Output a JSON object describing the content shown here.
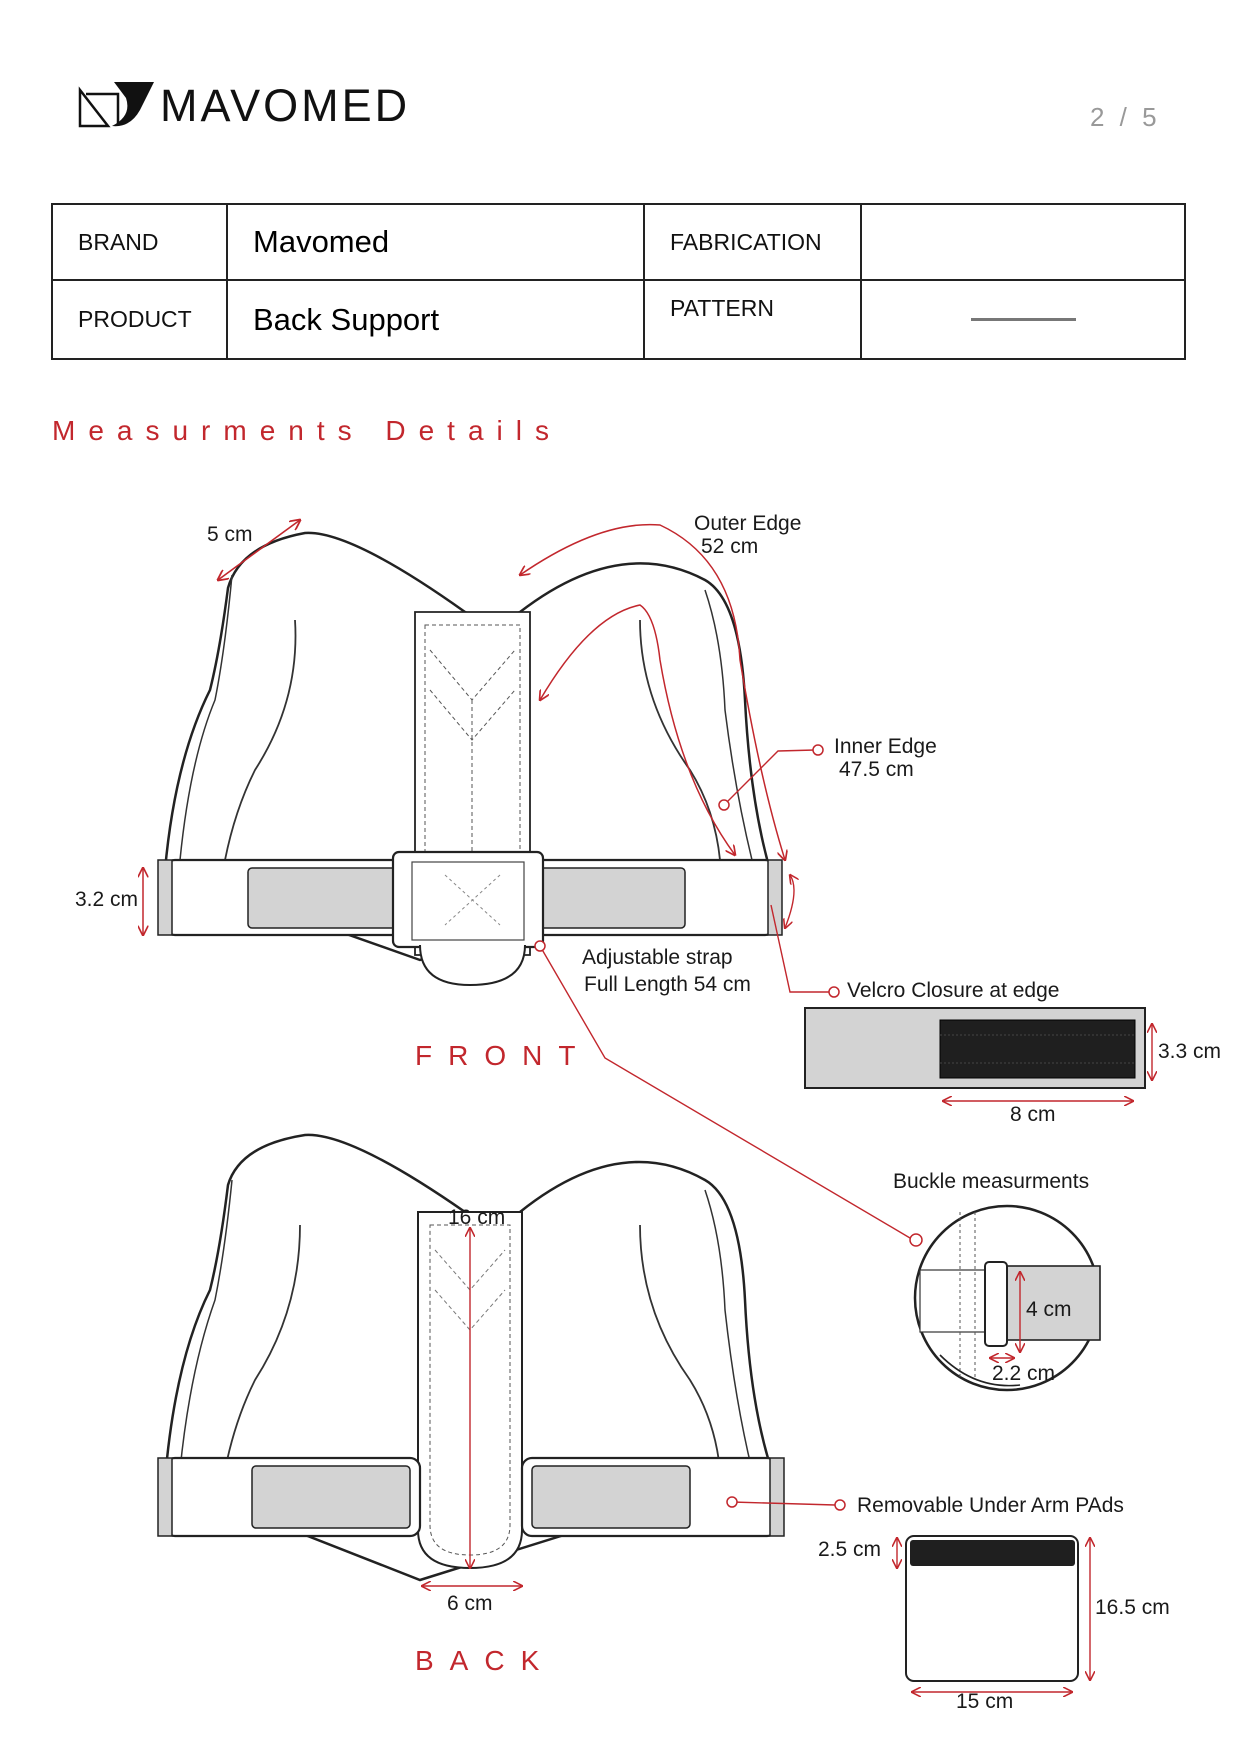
{
  "header": {
    "brand_name": "MAVOMED",
    "page_indicator": "2 / 5"
  },
  "spec_table": {
    "brand_label": "BRAND",
    "brand_value": "Mavomed",
    "fabrication_label": "FABRICATION",
    "fabrication_value": "",
    "product_label": "PRODUCT",
    "product_value": "Back Support",
    "pattern_label": "PATTERN"
  },
  "section_title": "Measurments Details",
  "views": {
    "front_label": "FRONT",
    "back_label": "BACK"
  },
  "measurements": {
    "shoulder_width": "5 cm",
    "outer_edge_label": "Outer Edge",
    "outer_edge_value": "52 cm",
    "inner_edge_label": "Inner Edge",
    "inner_edge_value": "47.5 cm",
    "front_strap_height": "3.2 cm",
    "adjustable_strap_label": "Adjustable strap",
    "adjustable_strap_value": "Full Length  54 cm",
    "velcro_label": "Velcro Closure at edge",
    "velcro_height": "3.3 cm",
    "velcro_width": "8 cm",
    "buckle_label": "Buckle measurments",
    "buckle_height": "4 cm",
    "buckle_width": "2.2 cm",
    "back_center_length": "16 cm",
    "back_bottom_width": "6 cm",
    "pads_label": "Removable Under Arm PAds",
    "pad_strip_height": "2.5 cm",
    "pad_height": "16.5 cm",
    "pad_width": "15 cm"
  },
  "colors": {
    "accent_red": "#c2272d",
    "strap_grey": "#d3d3d3",
    "velcro_black": "#1f1f1f"
  }
}
